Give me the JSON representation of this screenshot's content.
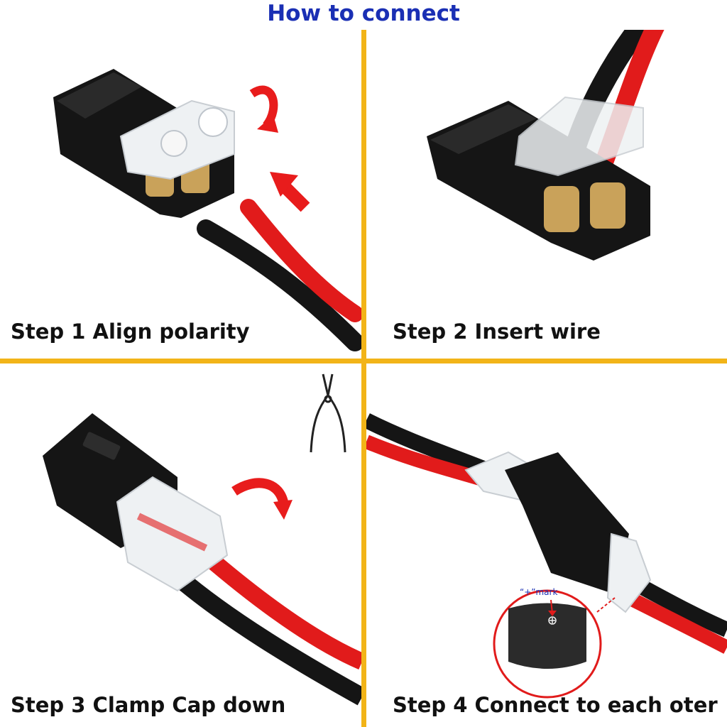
{
  "header": {
    "title": "How to connect",
    "title_color": "#1a2fb4"
  },
  "divider_color": "#f2b418",
  "steps": [
    {
      "label": "Step 1 Align polarity",
      "illustration": "connector-open-cap-with-wires"
    },
    {
      "label": "Step 2 Insert wire",
      "illustration": "wires-inserted-into-cap"
    },
    {
      "label": "Step 3 Clamp Cap down",
      "illustration": "cap-closing-with-pliers"
    },
    {
      "label": "Step 4 Connect to each oter",
      "illustration": "two-connectors-joined"
    }
  ],
  "inset": {
    "mark_label": "“+”mark"
  },
  "colors": {
    "red_wire": "#e11b1b",
    "black_wire": "#151515",
    "arrow": "#e81c1c",
    "gold": "#c9a25a"
  }
}
